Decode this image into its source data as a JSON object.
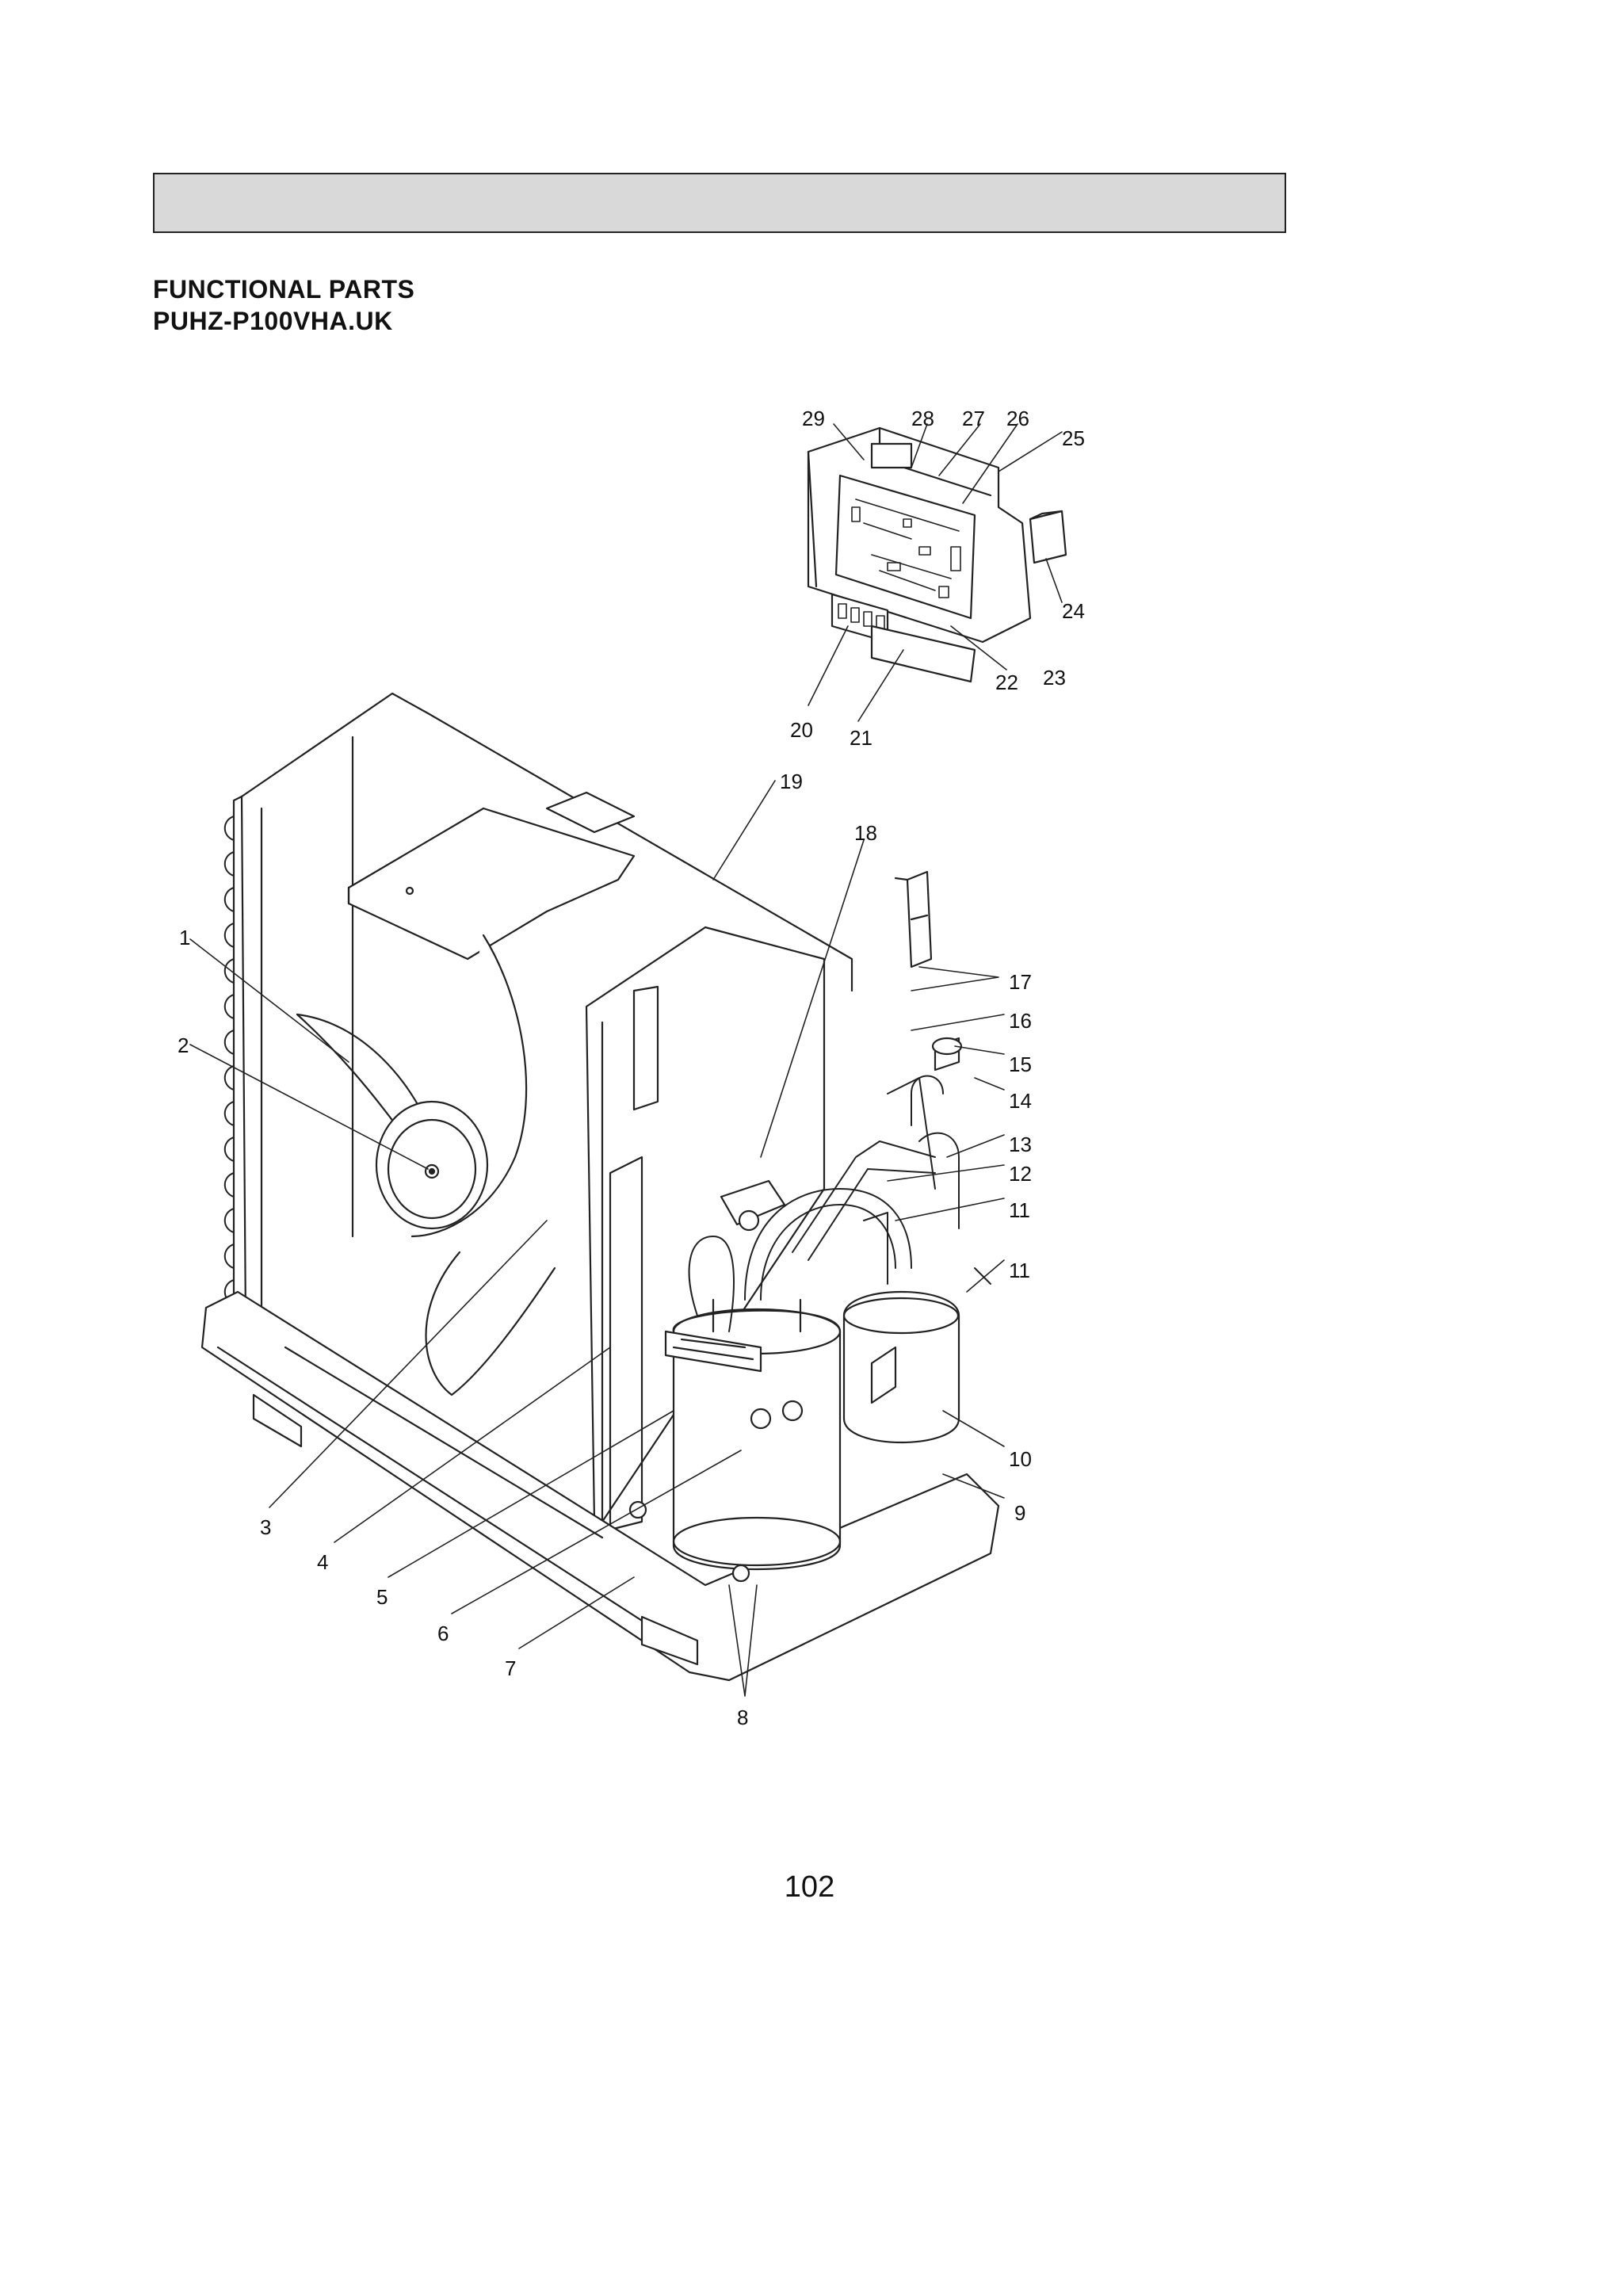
{
  "header": {
    "title_line1": "FUNCTIONAL PARTS",
    "title_line2": "PUHZ-P100VHA.UK"
  },
  "callouts": [
    "1",
    "2",
    "3",
    "4",
    "5",
    "6",
    "7",
    "8",
    "9",
    "10",
    "11",
    "11",
    "12",
    "13",
    "14",
    "15",
    "16",
    "17",
    "18",
    "19",
    "20",
    "21",
    "22",
    "23",
    "24",
    "25",
    "26",
    "27",
    "28",
    "29"
  ],
  "footer": {
    "page_number": "102"
  }
}
